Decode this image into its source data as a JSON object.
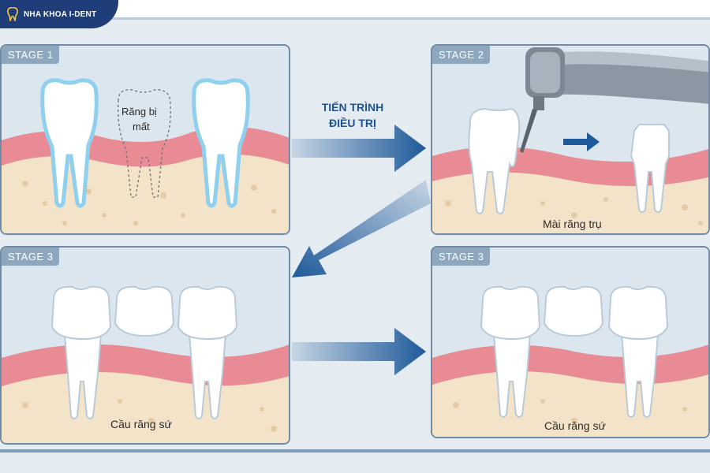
{
  "brand": {
    "name": "NHA KHOA I-DENT"
  },
  "flow_label": {
    "line1": "TIẾN TRÌNH",
    "line2": "ĐIỀU TRỊ"
  },
  "panels": {
    "stage1": {
      "tag": "STAGE 1",
      "missing_label_1": "Răng bị",
      "missing_label_2": "mất"
    },
    "stage2": {
      "tag": "STAGE 2",
      "caption": "Mài răng trụ"
    },
    "stage3a": {
      "tag": "STAGE 3",
      "caption": "Cầu răng sứ"
    },
    "stage3b": {
      "tag": "STAGE 3",
      "caption": "Cầu răng sứ"
    }
  },
  "colors": {
    "brand_bg": "#1f3d78",
    "arrow": "#1f5a9a",
    "gum": "#e98b95",
    "bone": "#f3e3c8",
    "tooth": "#ffffff"
  }
}
